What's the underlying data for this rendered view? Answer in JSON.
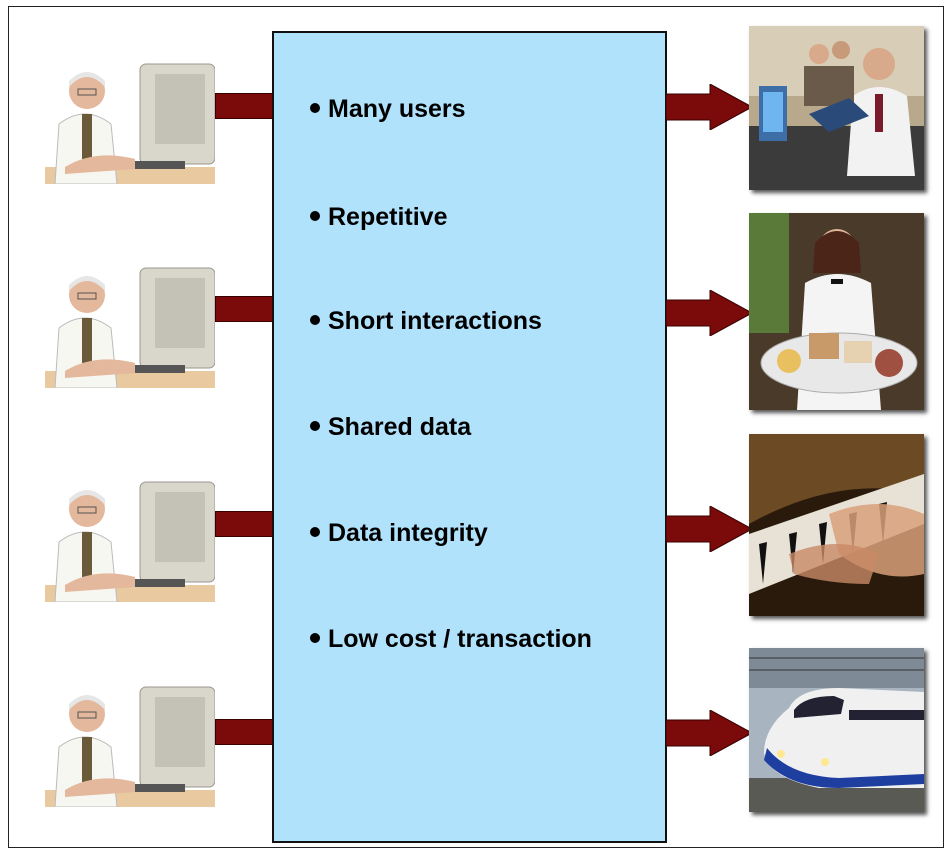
{
  "bullets": [
    "Many users",
    "Repetitive",
    "Short interactions",
    "Shared data",
    "Data integrity",
    "Low cost / transaction"
  ],
  "colors": {
    "center_box": "#b0e2fb",
    "connector": "#7b0b0b",
    "border": "#111111"
  },
  "users": [
    "office-worker-at-computer",
    "office-worker-at-computer",
    "office-worker-at-computer",
    "office-worker-at-computer"
  ],
  "outputs": [
    "hotel-reception-photo",
    "waitress-serving-desserts-photo",
    "hands-playing-piano-photo",
    "bullet-train-photo"
  ]
}
